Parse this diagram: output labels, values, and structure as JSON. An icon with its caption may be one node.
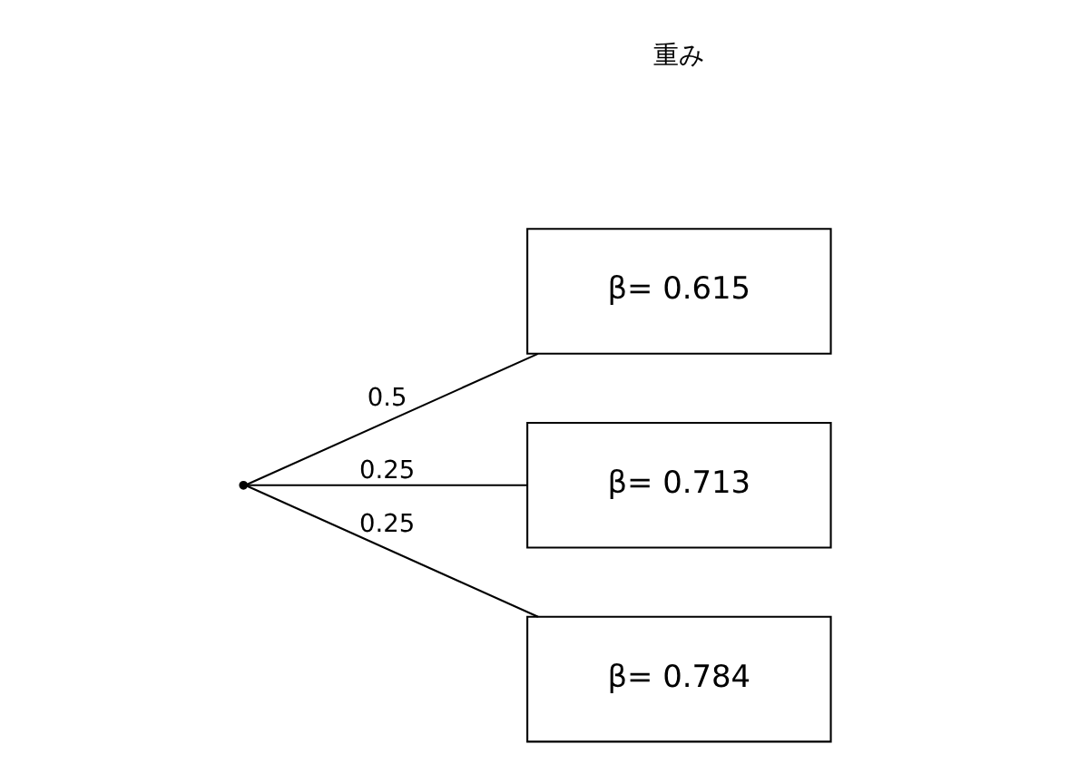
{
  "diagram": {
    "nodes": [
      {
        "text": [],
        "shape": "point"
      },
      {
        "text": [
          "β= 0.615"
        ]
      },
      {
        "text": [
          "β= 0.713"
        ]
      },
      {
        "text": [
          "β= 0.784"
        ]
      }
    ],
    "edges": [
      {
        "from": 0,
        "to": 1,
        "arrow": "none",
        "label": "0.5"
      },
      {
        "from": 0,
        "to": 2,
        "arrow": "none",
        "label": "0.25"
      },
      {
        "from": 0,
        "to": 3,
        "arrow": "none",
        "label": "0.25"
      }
    ],
    "labels": [
      "重み"
    ]
  }
}
